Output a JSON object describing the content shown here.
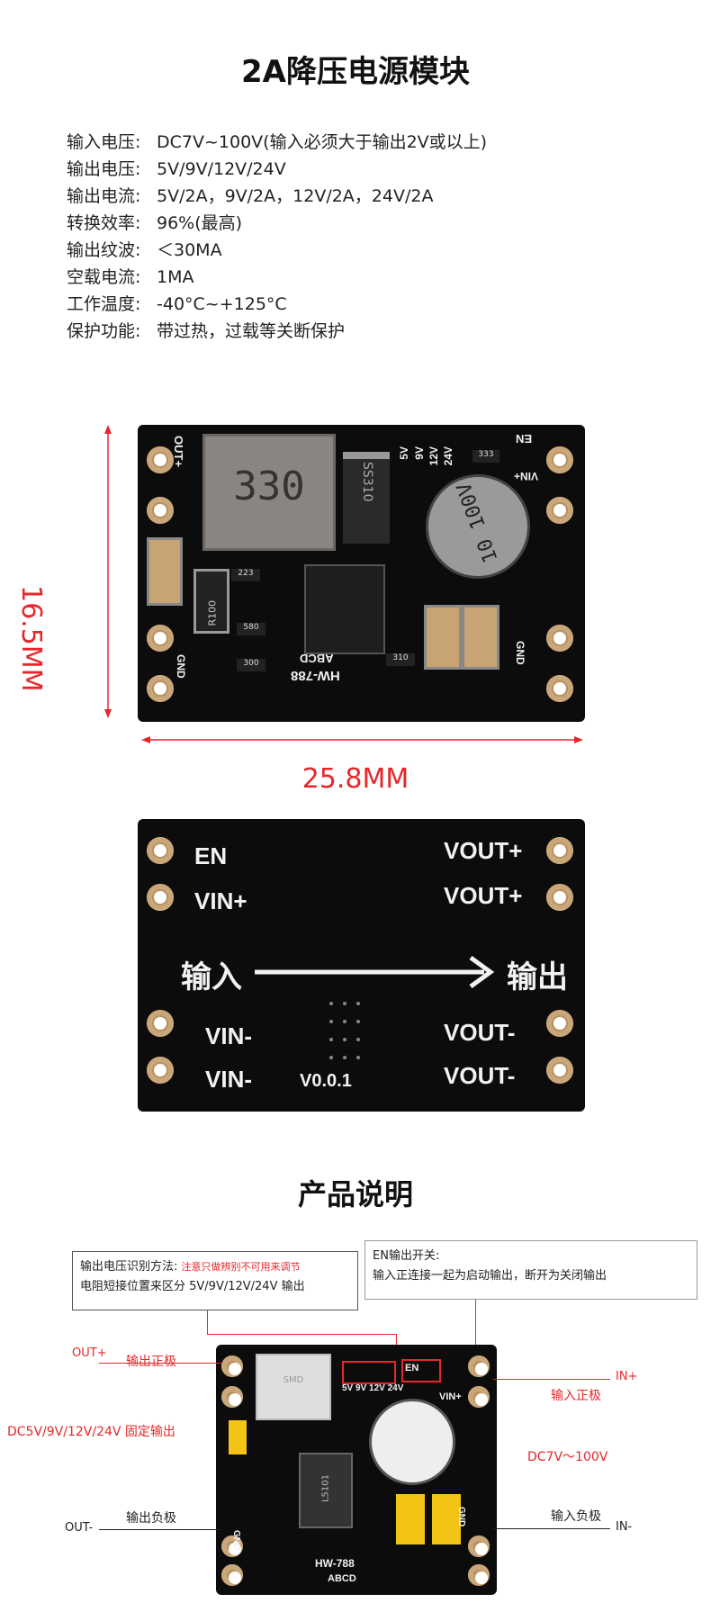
{
  "header": {
    "title": "2A降压电源模块"
  },
  "specs": [
    {
      "key": "输入电压:",
      "value": "DC7V~100V(输入必须大于输出2V或以上)"
    },
    {
      "key": "输出电压:",
      "value": "5V/9V/12V/24V"
    },
    {
      "key": "输出电流:",
      "value": "5V/2A，9V/2A，12V/2A，24V/2A"
    },
    {
      "key": "转换效率:",
      "value": "96%(最高)"
    },
    {
      "key": "输出纹波:",
      "value": "＜30MA"
    },
    {
      "key": "空载电流:",
      "value": "1MA"
    },
    {
      "key": "工作温度:",
      "value": "-40°C~+125°C"
    },
    {
      "key": "保护功能:",
      "value": "带过热，过载等关断保护"
    }
  ],
  "dimensions": {
    "height": "16.5MM",
    "width": "25.8MM"
  },
  "front_board": {
    "inductor": "330",
    "diode": "SS310",
    "cap": "10 100V",
    "resistor": "R100",
    "model": "HW-788",
    "version_code": "ABCD",
    "left_top_label": "OUT+",
    "right_top_label": "EN",
    "right_mid_label": "VIN+",
    "bottom_label_left": "GND",
    "bottom_label_right": "GND",
    "voltages": [
      "5V",
      "9V",
      "12V",
      "24V"
    ],
    "small_chip": "333",
    "chip2": "223",
    "chip3": "580",
    "chip4": "300",
    "chip5": "310"
  },
  "back_board": {
    "en": "EN",
    "vin_plus": "VIN+",
    "vin_minus_1": "VIN-",
    "vin_minus_2": "VIN-",
    "vout_plus_1": "VOUT+",
    "vout_plus_2": "VOUT+",
    "vout_minus_1": "VOUT-",
    "vout_minus_2": "VOUT-",
    "input": "输入",
    "output": "输出",
    "version": "V0.0.1"
  },
  "section2": {
    "title": "产品说明"
  },
  "explain": {
    "box1_line1": "输出电压识别方法:",
    "box1_note": "注意只做辨别不可用来调节",
    "box1_line2": "电阻短接位置来区分 5V/9V/12V/24V 输出",
    "box2_line1": "EN输出开关:",
    "box2_line2": "输入正连接一起为启动输出，断开为关闭输出",
    "out_plus": "OUT+",
    "out_plus_desc": "输出正极",
    "fixed_output": "DC5V/9V/12V/24V 固定输出",
    "out_minus": "OUT-",
    "out_minus_desc": "输出负极",
    "in_plus": "IN+",
    "in_plus_desc": "输入正极",
    "input_range": "DC7V～100V",
    "in_minus": "IN-",
    "in_minus_desc": "输入负极",
    "board_model": "HW-788",
    "board_code": "ABCD",
    "board_en": "EN",
    "board_vin": "VIN+",
    "board_gnd_left": "GND",
    "board_gnd_right": "GND",
    "board_smd": "SMD",
    "board_chip": "L5101",
    "board_voltages": [
      "5V",
      "9V",
      "12V",
      "24V"
    ]
  }
}
